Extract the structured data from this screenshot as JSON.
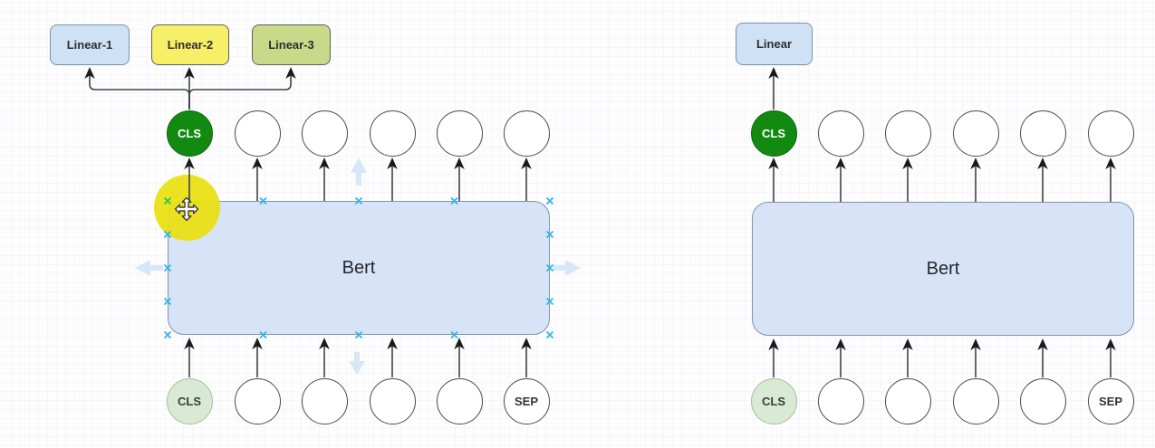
{
  "app": {
    "kind": "diagram-editor-canvas"
  },
  "palette": {
    "bert_fill": "#d7e4f8",
    "bert_border": "#8293ad",
    "head_blue_fill": "#cfe1f5",
    "head_yellow_fill": "#f8ef68",
    "head_olive_fill": "#c8d989",
    "cls_green_fill": "#128a12",
    "input_cls_fill": "#d9ead4",
    "connector_color": "#3f4347",
    "arrowhead_color": "#1a1a1a",
    "connection_point_color": "#2fb3e8",
    "connection_point_active_color": "#37c837",
    "click_highlight_color": "#e9e00e",
    "direction_arrow_color": "#b9d7f1"
  },
  "left_diagram": {
    "output_heads": [
      {
        "label": "Linear-1"
      },
      {
        "label": "Linear-2"
      },
      {
        "label": "Linear-3"
      }
    ],
    "encoder_label": "Bert",
    "cls_top": "CLS",
    "cls_input": "CLS",
    "sep_input": "SEP",
    "plain_output_tokens": 5,
    "plain_input_tokens": 4
  },
  "right_diagram": {
    "output_heads": [
      {
        "label": "Linear"
      }
    ],
    "encoder_label": "Bert",
    "cls_top": "CLS",
    "cls_input": "CLS",
    "sep_input": "SEP",
    "plain_output_tokens": 5,
    "plain_input_tokens": 4
  },
  "overlay": {
    "cursor_icon": "move-cursor",
    "selection_handles": "connection-points-x"
  }
}
